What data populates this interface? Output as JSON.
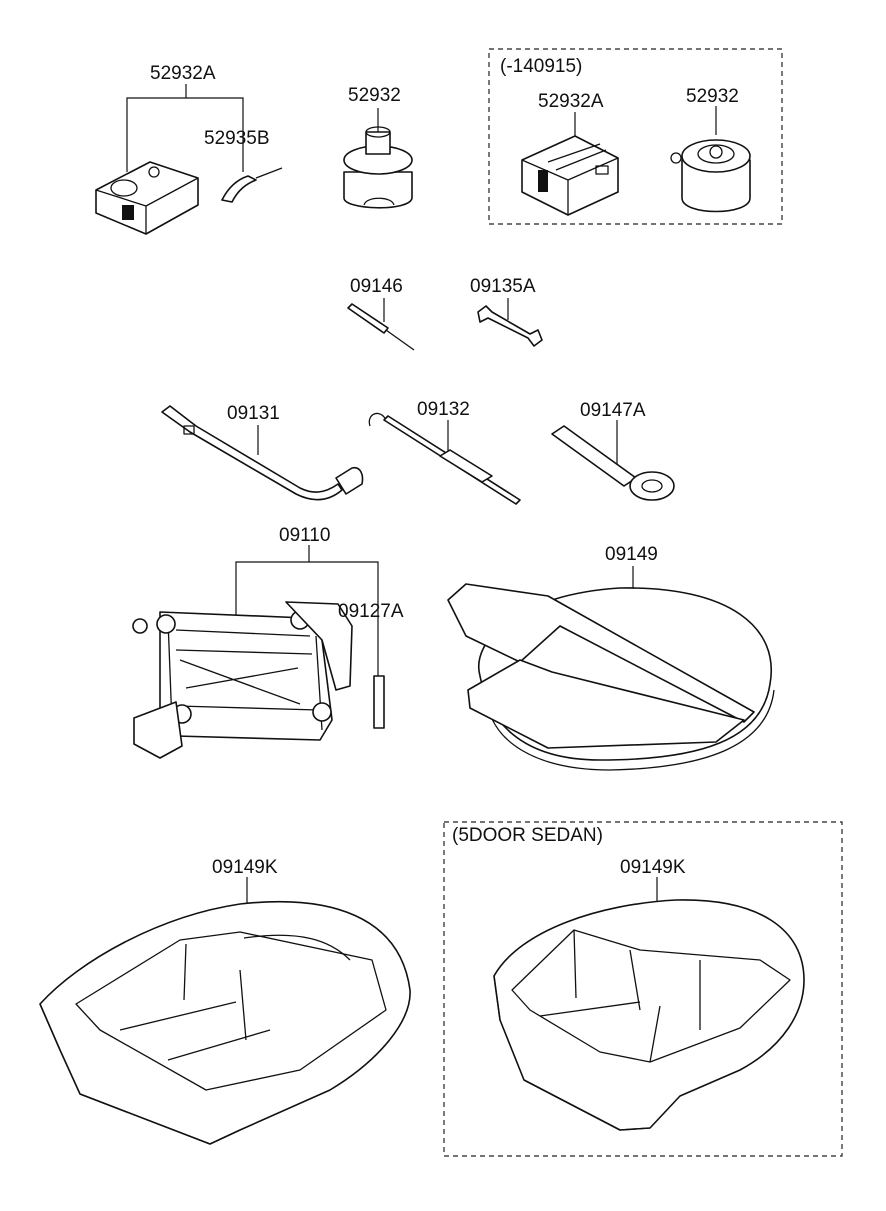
{
  "parts": {
    "p52932A_left": "52932A",
    "p52935B": "52935B",
    "p52932_top": "52932",
    "p52932A_box": "52932A",
    "p52932_box": "52932",
    "p09146": "09146",
    "p09135A": "09135A",
    "p09131": "09131",
    "p09132": "09132",
    "p09147A": "09147A",
    "p09110": "09110",
    "p09127A": "09127A",
    "p09149": "09149",
    "p09149K_left": "09149K",
    "p09149K_right": "09149K"
  },
  "groups": {
    "box1_title": "(-140915)",
    "box2_title": "(5DOOR SEDAN)"
  }
}
